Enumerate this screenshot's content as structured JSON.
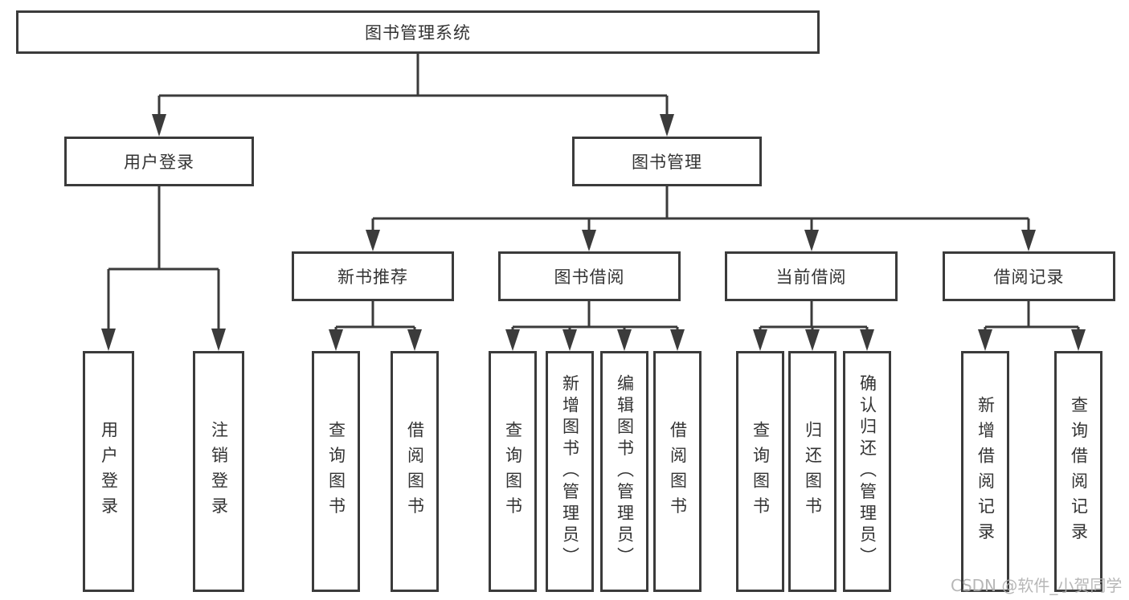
{
  "tree": {
    "root": {
      "label": "图书管理系统"
    },
    "children": [
      {
        "label": "用户登录",
        "children": [
          {
            "label": "用户登录"
          },
          {
            "label": "注销登录"
          }
        ]
      },
      {
        "label": "图书管理",
        "children": [
          {
            "label": "新书推荐",
            "children": [
              {
                "label": "查询图书"
              },
              {
                "label": "借阅图书"
              }
            ]
          },
          {
            "label": "图书借阅",
            "children": [
              {
                "label": "查询图书"
              },
              {
                "label": "新增图书（管理员）"
              },
              {
                "label": "编辑图书（管理员）"
              },
              {
                "label": "借阅图书"
              }
            ]
          },
          {
            "label": "当前借阅",
            "children": [
              {
                "label": "查询图书"
              },
              {
                "label": "归还图书"
              },
              {
                "label": "确认归还（管理员）"
              }
            ]
          },
          {
            "label": "借阅记录",
            "children": [
              {
                "label": "新增借阅记录"
              },
              {
                "label": "查询借阅记录"
              }
            ]
          }
        ]
      }
    ]
  },
  "watermark": "CSDN @软件_小贺同学",
  "colors": {
    "line": "#3b3b3b",
    "text": "#333333",
    "background": "#ffffff",
    "watermark": "#b0b0b0"
  }
}
